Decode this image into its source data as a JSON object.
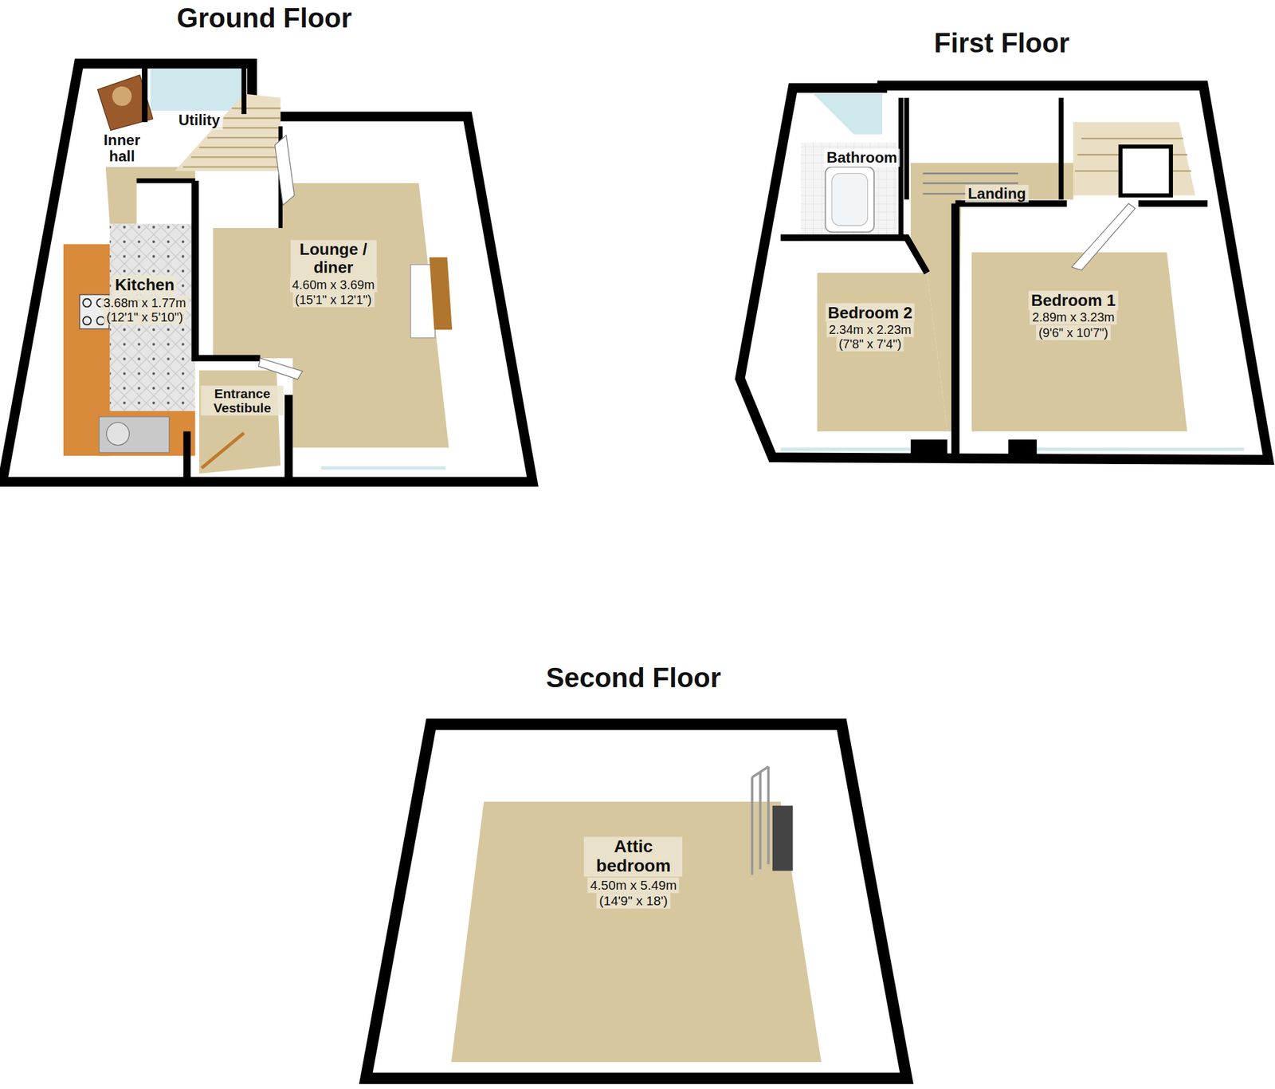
{
  "diagram": {
    "labels": [
      "Ground Floor",
      "Inner hall",
      "Utility",
      "Lounge / diner",
      "4.60m x 3.69m",
      "(15'1\" x 12'1\")",
      "Kitchen",
      "3.68m x 1.77m",
      "(12'1\" x 5'10\")",
      "Entrance Vestibule",
      "First Floor",
      "Bathroom",
      "Landing",
      "Bedroom 2",
      "2.34m x 2.23m",
      "(7'8\" x 7'4\")",
      "Bedroom 1",
      "2.89m x 3.23m",
      "(9'6\" x 10'7\")",
      "Second Floor",
      "Attic bedroom",
      "4.50m x 5.49m",
      "(14'9\" x 18')"
    ]
  }
}
